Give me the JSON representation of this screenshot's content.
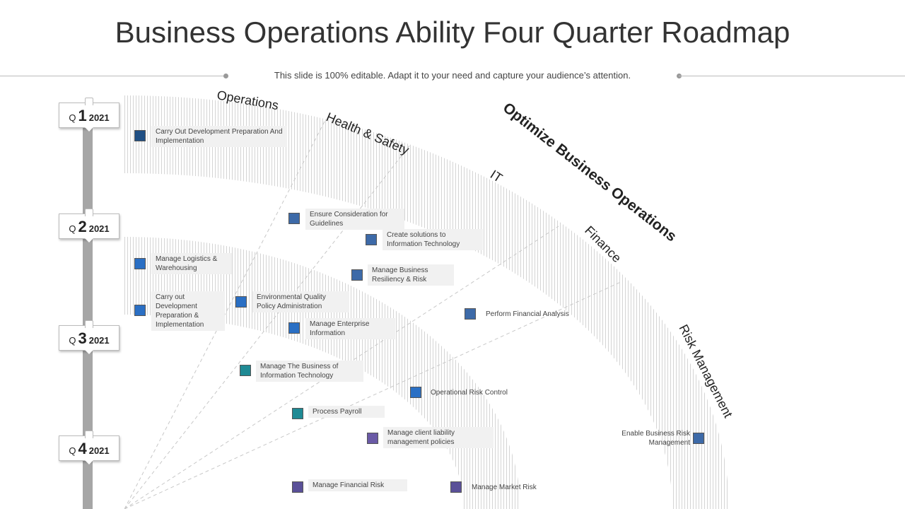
{
  "title": "Business Operations Ability Four Quarter Roadmap",
  "subtitle": "This slide is 100% editable. Adapt it to your need and capture your audience’s attention.",
  "main_heading": "Optimize Business Operations",
  "categories": [
    "Operations",
    "Health & Safety",
    "IT",
    "Finance",
    "Risk Management"
  ],
  "quarters": [
    {
      "q": "Q",
      "num": "1",
      "year": "2021"
    },
    {
      "q": "Q",
      "num": "2",
      "year": "2021"
    },
    {
      "q": "Q",
      "num": "3",
      "year": "2021"
    },
    {
      "q": "Q",
      "num": "4",
      "year": "2021"
    }
  ],
  "items": [
    {
      "label": "Carry Out Development Preparation And Implementation",
      "color": "#1f4f84"
    },
    {
      "label": "Ensure Consideration for Guidelines",
      "color": "#3d6aa8"
    },
    {
      "label": "Create solutions to Information Technology",
      "color": "#3d6aa8"
    },
    {
      "label": "Manage Logistics & Warehousing",
      "color": "#2a6fc4"
    },
    {
      "label": "Manage Business Resiliency & Risk",
      "color": "#3d6aa8"
    },
    {
      "label": "Carry out Development Preparation & Implementation",
      "color": "#2a6fc4"
    },
    {
      "label": "Environmental Quality Policy Administration",
      "color": "#2a6fc4"
    },
    {
      "label": "Manage Enterprise Information",
      "color": "#2a6fc4"
    },
    {
      "label": "Perform Financial Analysis",
      "color": "#3d6aa8"
    },
    {
      "label": "Manage The Business of Information Technology",
      "color": "#1f8a94"
    },
    {
      "label": "Operational Risk Control",
      "color": "#2a6fc4"
    },
    {
      "label": "Process Payroll",
      "color": "#1f8a94"
    },
    {
      "label": "Manage client liability management policies",
      "color": "#6a5aa6"
    },
    {
      "label": "Enable Business Risk Management",
      "color": "#3d6aa8"
    },
    {
      "label": "Manage Financial Risk",
      "color": "#5a5098"
    },
    {
      "label": "Manage Market Risk",
      "color": "#5a5098"
    }
  ],
  "colors": {
    "timeline": "#a6a6a6",
    "stripe": "#d9d9d9",
    "label_bg": "#f1f1f1"
  }
}
